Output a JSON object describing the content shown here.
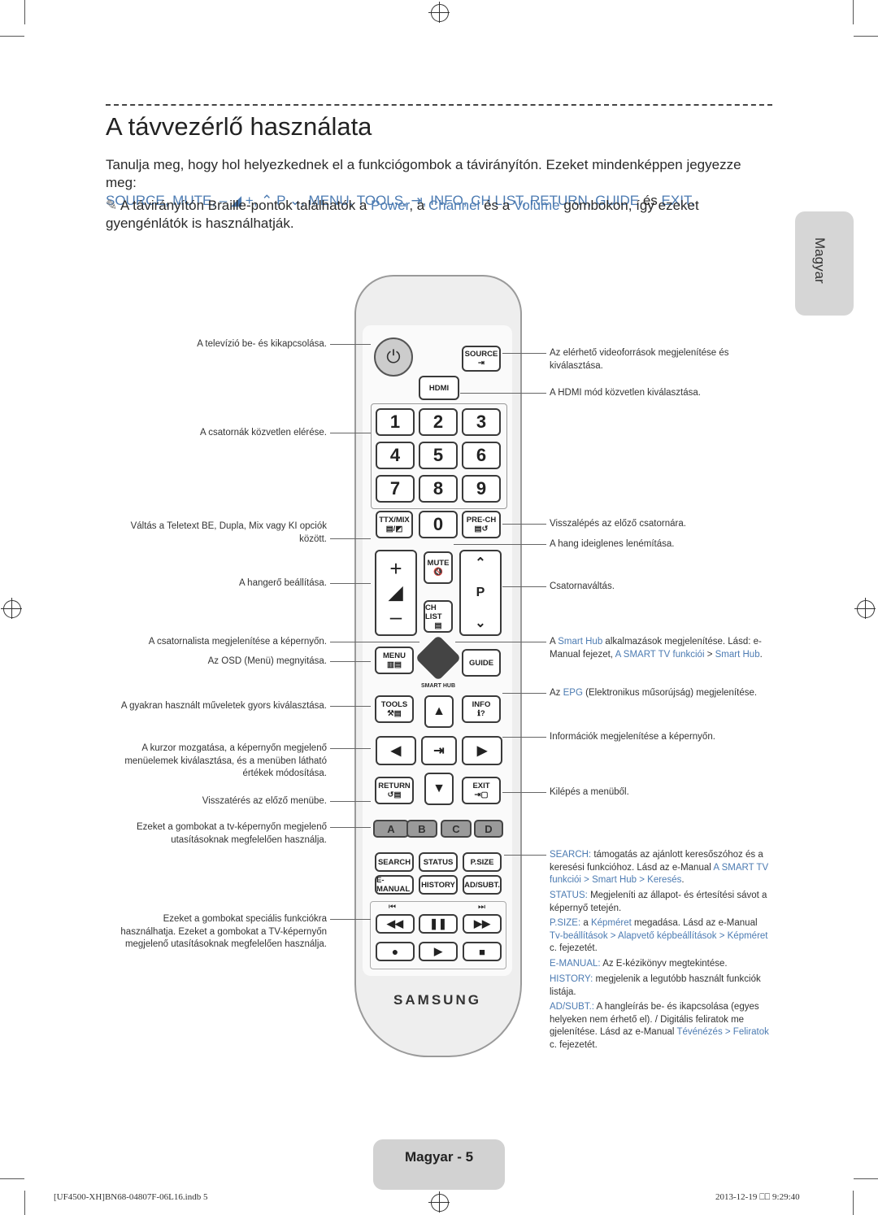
{
  "title": "A távvezérlő használata",
  "intro_line1": "Tanulja meg, hogy hol helyezkednek el a funkciógombok a távirányítón. Ezeket mindenképpen jegyezze meg:",
  "intro_keys": "SOURCE, MUTE, – ◢ +, ⌃ P ⌄, MENU, TOOLS, ⇥, INFO, CH LIST, RETURN, GUIDE",
  "intro_and": "és",
  "intro_exit": "EXIT.",
  "note_a": "A távirányítón Braille-pontok találhatók a",
  "note_power": "Power",
  "note_b": ", a",
  "note_channel": "Channel",
  "note_c": "és a",
  "note_volume": "Volume",
  "note_d": "gombokon, így ezeket gyengénlátók is használhatják.",
  "side_tab": "Magyar",
  "left_labels": {
    "power": "A televízió be- és kikapcsolása.",
    "channels": "A csatornák közvetlen elérése.",
    "teletext": "Váltás a Teletext BE, Dupla, Mix vagy KI opciók között.",
    "volume": "A hangerő beállítása.",
    "chlist": "A csatornalista megjelenítése a képernyőn.",
    "osd": "Az OSD (Menü) megnyitása.",
    "tools": "A gyakran használt műveletek gyors kiválasztása.",
    "cursor": "A kurzor mozgatása, a képernyőn megjelenő menüelemek kiválasztása, és a menüben látható értékek módosítása.",
    "return": "Visszatérés az előző menübe.",
    "color": "Ezeket a gombokat a tv-képernyőn megjelenő utasításoknak megfelelően használja.",
    "special": "Ezeket a gombokat speciális funkciókra használhatja. Ezeket a gombokat a TV-képernyőn megjelenő utasításoknak megfelelően használja."
  },
  "right_labels": {
    "source": "Az elérhető videoforrások megjelenítése és kiválasztása.",
    "hdmi": "A HDMI mód közvetlen kiválasztása.",
    "prech": "Visszalépés az előző csatornára.",
    "mute": "A hang ideiglenes lenémítása.",
    "channel": "Csatornaváltás.",
    "smarthub_a": "A",
    "smarthub_k": "Smart Hub",
    "smarthub_b": "alkalmazások megjelenítése. Lásd: e-Manual fejezet,",
    "smarthub_k2": "A SMART TV funkciói",
    "smarthub_sep": ">",
    "smarthub_k3": "Smart Hub",
    "smarthub_end": ".",
    "guide_a": "Az",
    "guide_k": "EPG",
    "guide_b": "(Elektronikus műsorújság) megjelenítése.",
    "info": "Információk megjelenítése a képernyőn.",
    "exit": "Kilépés a menüből.",
    "search_k": "SEARCH:",
    "search_t": "támogatás az ajánlott keresőszóhoz és a keresési funkcióhoz. Lásd az e-Manual",
    "search_k2": "A SMART TV funkciói > Smart Hub > Keresés",
    "search_end": ".",
    "status_k": "STATUS:",
    "status_t": "Megjeleníti az állapot- és értesítési sávot a képernyő tetején.",
    "psize_k": "P.SIZE:",
    "psize_t": "a",
    "psize_k2": "Képméret",
    "psize_t2": "megadása. Lásd az e-Manual",
    "psize_k3": "Tv-beállítások > Alapvető képbeállítások > Képméret",
    "psize_t3": "c. fejezetét.",
    "emanual_k": "E-MANUAL:",
    "emanual_t": "Az E-kézikönyv megtekintése.",
    "history_k": "HISTORY:",
    "history_t": "megjelenik a legutóbb használt funkciók listája.",
    "adsubt_k": "AD/SUBT.:",
    "adsubt_t": "A hangleírás be- és ikapcsolása (egyes helyeken nem érhető el). / Digitális feliratok me gjelenítése. Lásd az e-Manual",
    "adsubt_k2": "Tévénézés > Feliratok",
    "adsubt_t2": "c. fejezetét."
  },
  "remote": {
    "source": "SOURCE",
    "hdmi": "HDMI",
    "digits": [
      "1",
      "2",
      "3",
      "4",
      "5",
      "6",
      "7",
      "8",
      "9"
    ],
    "ttxmix": "TTX/MIX",
    "zero": "0",
    "prech": "PRE-CH",
    "mute": "MUTE",
    "chlist": "CH LIST",
    "p": "P",
    "menu": "MENU",
    "guide": "GUIDE",
    "smarthub": "SMART HUB",
    "tools": "TOOLS",
    "info": "INFO",
    "return": "RETURN",
    "exit": "EXIT",
    "colors": [
      "A",
      "B",
      "C",
      "D"
    ],
    "row1": [
      "SEARCH",
      "STATUS",
      "P.SIZE"
    ],
    "row2": [
      "E-MANUAL",
      "HISTORY",
      "AD/SUBT."
    ],
    "brand": "SAMSUNG"
  },
  "footer_tab": "Magyar - 5",
  "footer_file": "[UF4500-XH]BN68-04807F-06L16.indb   5",
  "footer_date": "2013-12-19   ⎕⎕ 9:29:40",
  "colors": {
    "accent": "#4c7bb2",
    "tab_gray": "#d2d2d2"
  }
}
